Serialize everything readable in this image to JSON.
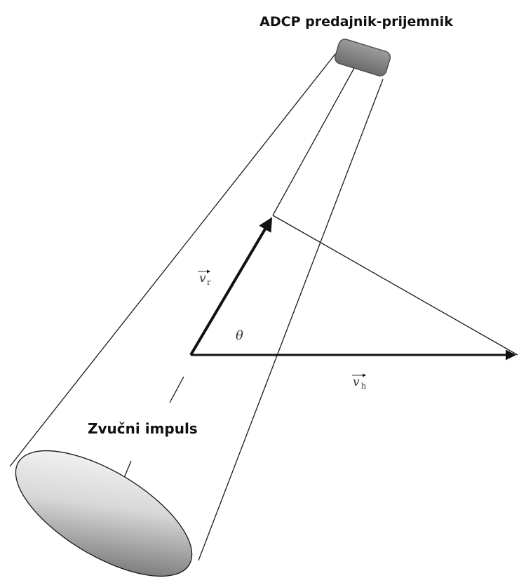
{
  "labels": {
    "transducer": "ADCP predajnik-prijemnik",
    "pulse": "Zvučni impuls",
    "vr_symbol": "v",
    "vr_subscript": "r",
    "vh_symbol": "v",
    "vh_subscript": "h",
    "angle": "θ"
  },
  "colors": {
    "stroke": "#1a1a1a",
    "transducer_fill": "#8a8a8a",
    "ellipse_light": "#fafafa",
    "ellipse_dark": "#6e6e6e"
  }
}
